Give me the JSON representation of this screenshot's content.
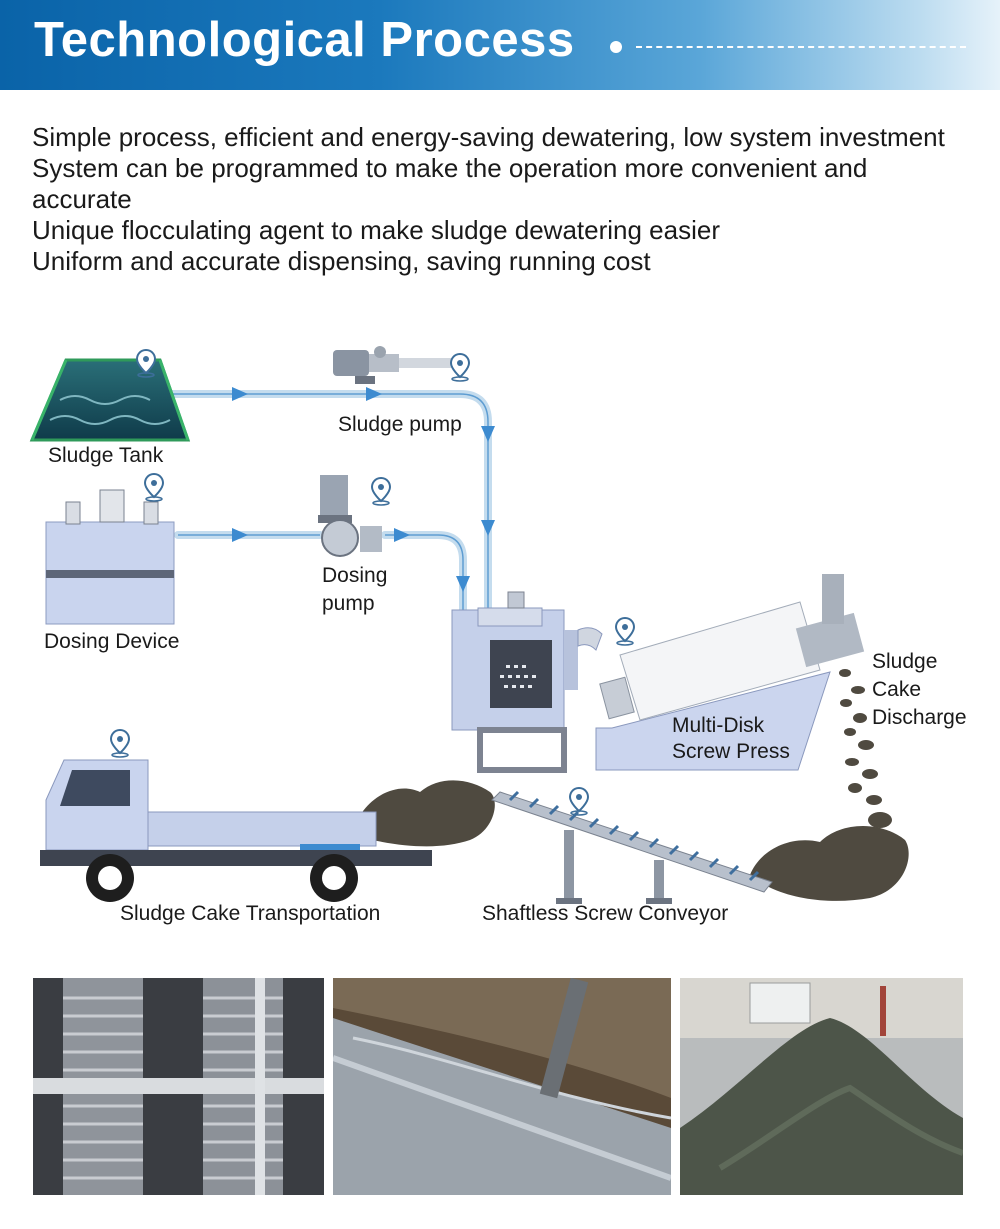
{
  "header": {
    "title": "Technological Process"
  },
  "features": [
    "Simple process, efficient and energy-saving dewatering, low system investment",
    "System can be programmed to make the operation more convenient and accurate",
    "Unique flocculating agent to make sludge dewatering easier",
    "Uniform and accurate dispensing, saving running cost"
  ],
  "diagram": {
    "sludge_tank": "Sludge Tank",
    "sludge_pump": "Sludge pump",
    "dosing_device": "Dosing Device",
    "dosing_pump": "Dosing pump",
    "screw_press": "Multi-Disk Screw Press",
    "cake_discharge": "Sludge Cake Discharge",
    "transportation": "Sludge Cake Transportation",
    "conveyor": "Shaftless Screw Conveyor"
  },
  "colors": {
    "banner": "#1b79bd",
    "pipe": "#bcd7ec",
    "arrow": "#3d8bd0",
    "machine": "#c7d2ea",
    "sludge": "#4f4a40"
  },
  "icons": [
    "location-pin-icon",
    "flow-arrow-icon"
  ]
}
